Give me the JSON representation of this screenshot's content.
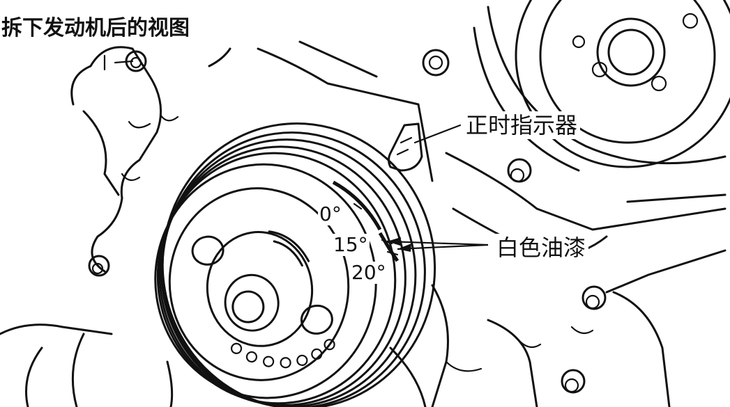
{
  "title": "拆下发动机后的视图",
  "labels": {
    "timing_indicator": "正时指示器",
    "white_paint": "白色油漆"
  },
  "degree_marks": [
    "0°",
    "15°",
    "20°"
  ]
}
